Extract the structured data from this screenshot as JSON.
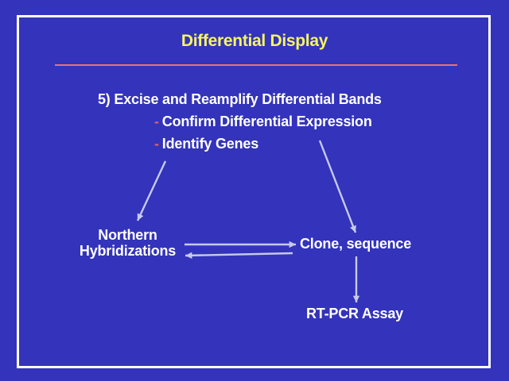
{
  "slide": {
    "title": "Differential Display",
    "step_heading": "5) Excise and Reamplify Differential Bands",
    "sub_bullets": [
      {
        "dash": "-",
        "text": "Confirm Differential Expression"
      },
      {
        "dash": "-",
        "text": "Identify Genes"
      }
    ],
    "diagram": {
      "northern_line1": "Northern",
      "northern_line2": "Hybridizations",
      "clone": "Clone, sequence",
      "rtpcr": "RT-PCR Assay",
      "edges": [
        {
          "from": "identify-genes-bullet",
          "to": "northern-hybridizations",
          "direction": "down-left"
        },
        {
          "from": "confirm-expression-bullet",
          "to": "clone-sequence",
          "direction": "down-right"
        },
        {
          "from": "northern-hybridizations",
          "to": "clone-sequence",
          "direction": "right"
        },
        {
          "from": "clone-sequence",
          "to": "northern-hybridizations",
          "direction": "left"
        },
        {
          "from": "clone-sequence",
          "to": "rt-pcr-assay",
          "direction": "down"
        }
      ]
    },
    "colors": {
      "background": "#3333BB",
      "frame_border": "#FFFFFF",
      "title_text": "#F5F563",
      "divider_line": "#EE7078",
      "bullet_dash": "#E06060",
      "body_text": "#FFFFFF",
      "arrow": "#C6CAEC"
    }
  }
}
